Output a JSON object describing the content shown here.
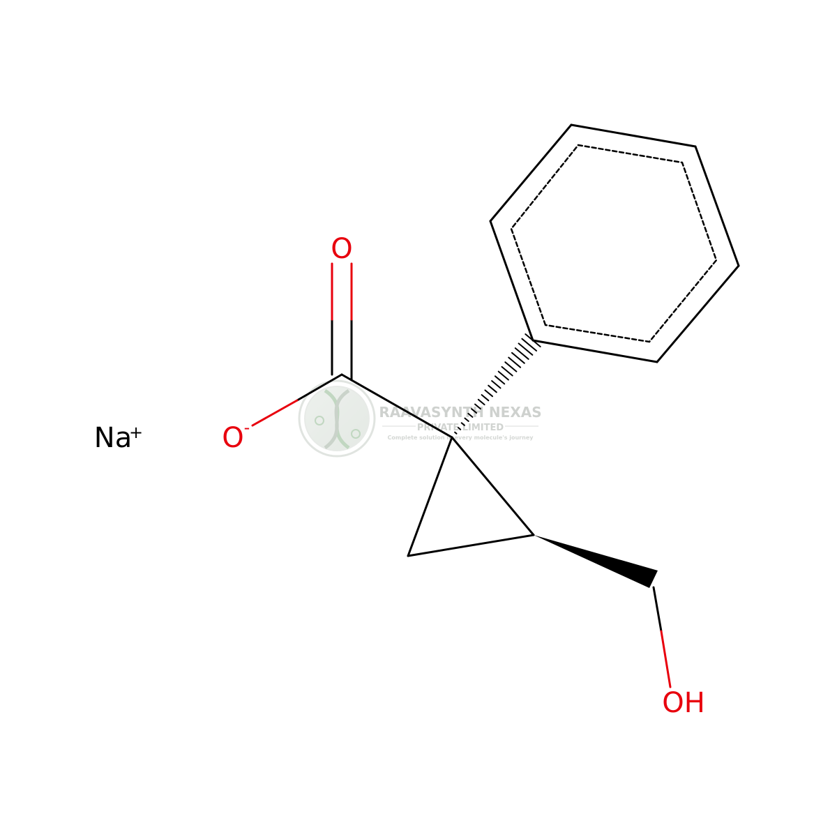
{
  "molecule": {
    "colors": {
      "bond": "#000000",
      "oxygen": "#e8000d",
      "carbon_label": "#000000"
    },
    "atoms": {
      "sodium": {
        "symbol": "Na",
        "charge": "+"
      },
      "carboxylate_o_minus": {
        "symbol": "O",
        "charge": "-"
      },
      "carbonyl_o": {
        "symbol": "O"
      },
      "hydroxyl": {
        "symbol": "OH"
      }
    }
  },
  "watermark": {
    "line1": "RAAVASYNTH NEXAS",
    "line2": "PRIVATE LIMITED",
    "line3": "Complete solution in every molecule's journey",
    "icon": "dna-helix-logo",
    "color": "#9aa09a"
  }
}
